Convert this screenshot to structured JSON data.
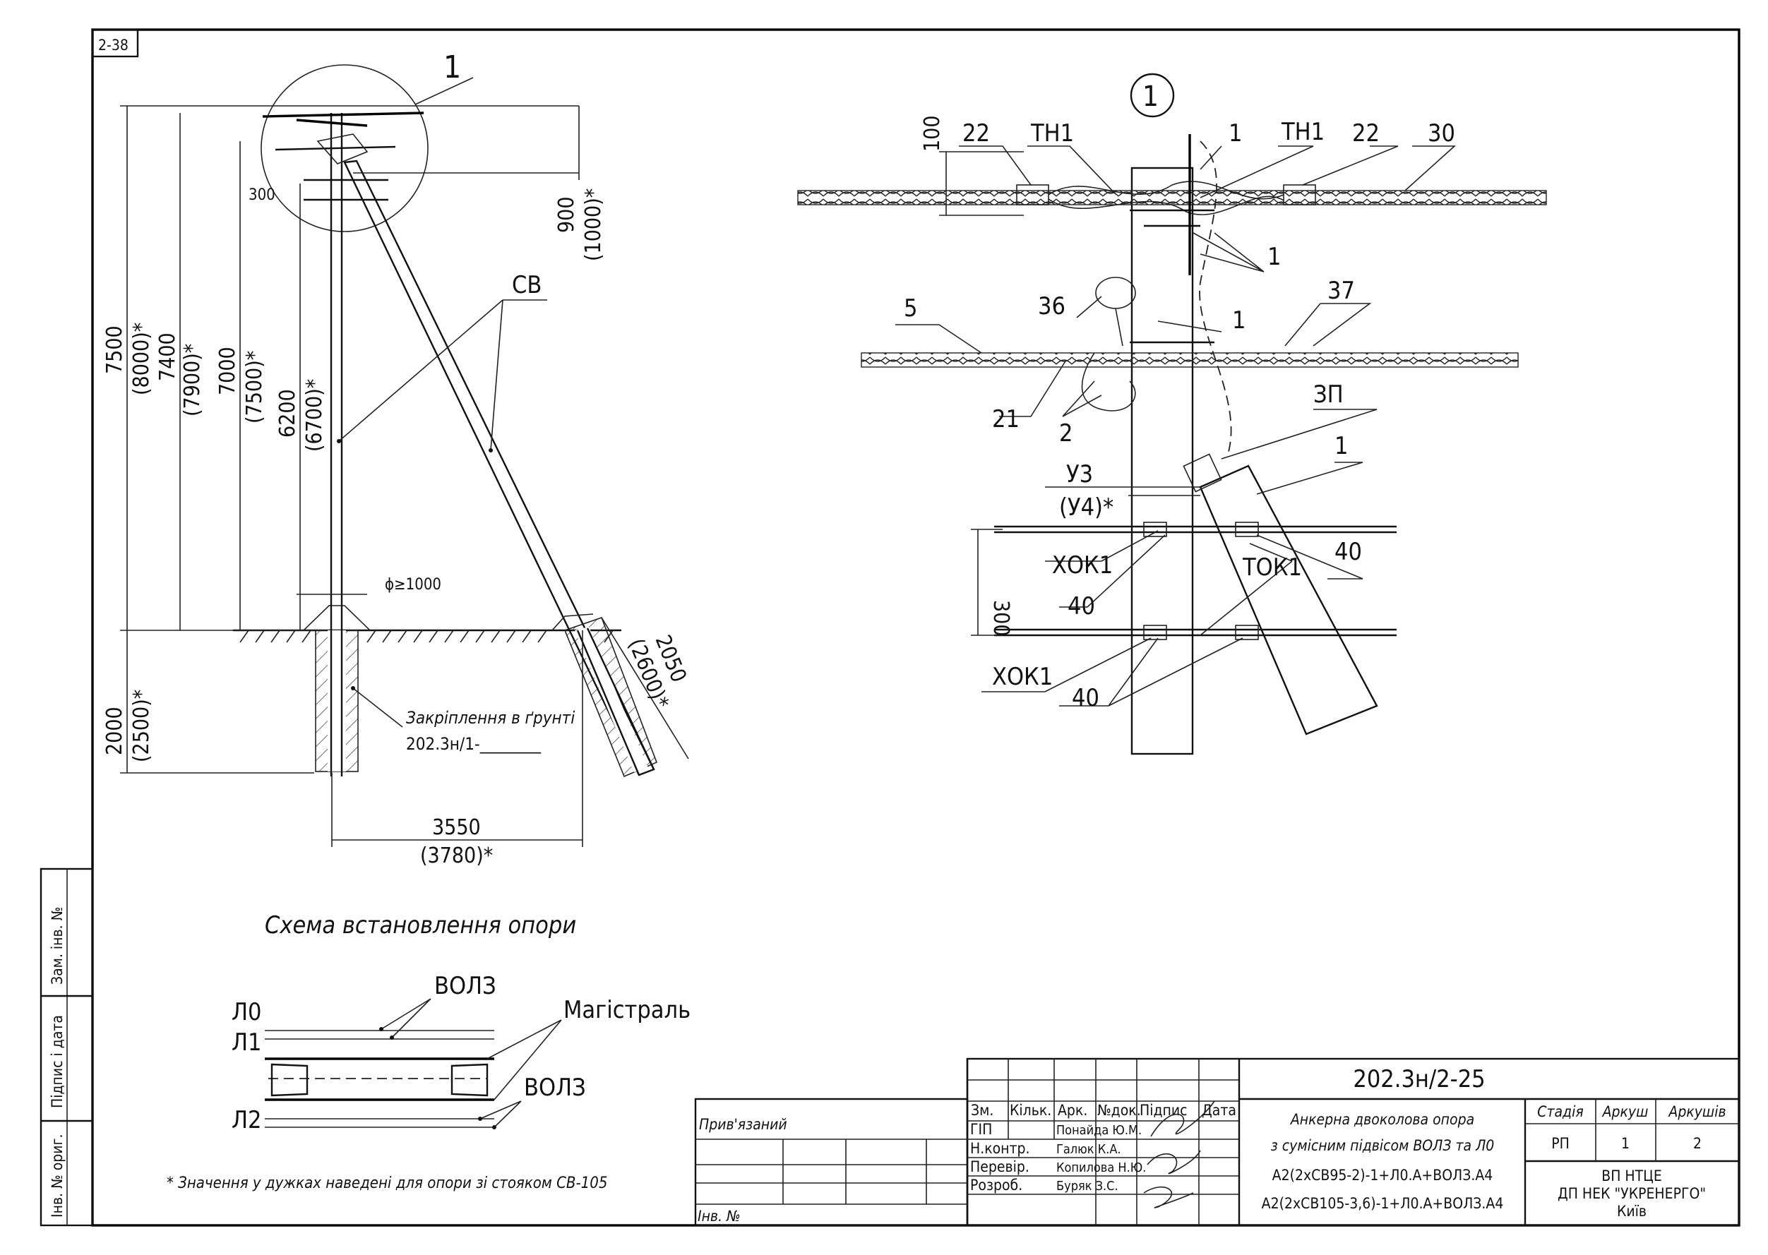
{
  "sheet": {
    "corner_code": "2-38",
    "footnote": "* Значення у дужках наведені для опори зі стояком СВ-105"
  },
  "left_view": {
    "detail_callout": "1",
    "dims": {
      "h_7500": "7500",
      "h_8000": "(8000)*",
      "h_7400": "7400",
      "h_7900": "(7900)*",
      "h_7000": "7000",
      "h_7500b": "(7500)*",
      "h_6200": "6200",
      "h_6700": "(6700)*",
      "d_300": "300",
      "d_900": "900",
      "d_1000": "(1000)*",
      "depth_2000": "2000",
      "depth_2500": "(2500)*",
      "strut_2050": "2050",
      "strut_2600": "(2600)*",
      "base_3550": "3550",
      "base_3780": "(3780)*",
      "phi": "ϕ≥1000"
    },
    "label_cb": "СВ",
    "anchoring_label": "Закріплення в ґрунті",
    "anchoring_ref": "202.3н/1-________"
  },
  "detail_view": {
    "circle_number": "1",
    "dim_100": "100",
    "dim_300": "300",
    "labels": {
      "l22a": "22",
      "th1a": "ТН1",
      "l1a": "1",
      "th1b": "ТН1",
      "l22b": "22",
      "l30": "30",
      "l1b": "1",
      "l36": "36",
      "l1c": "1",
      "l5": "5",
      "l37": "37",
      "l21": "21",
      "l2": "2",
      "zp": "ЗП",
      "l1d": "1",
      "u3": "У3",
      "u4": "(У4)*",
      "xok1a": "ХОК1",
      "l40a": "40",
      "tok1": "ТОК1",
      "l40b": "40",
      "xok1b": "ХОК1",
      "l40c": "40"
    }
  },
  "scheme": {
    "title": "Схема встановлення опори",
    "lo": "Л0",
    "l1": "Л1",
    "l2": "Л2",
    "volz_top": "ВОЛЗ",
    "volz_bottom": "ВОЛЗ",
    "main": "Магістраль"
  },
  "side_stamp": {
    "inv_orig": "Інв. № ориг.",
    "sign_date": "Підпис і дата",
    "zam_inv": "Зам. інв. №"
  },
  "title_block": {
    "attached": "Прив'язаний",
    "inv_no": "Інв. №",
    "headers": [
      "Зм.",
      "Кільк.",
      "Арк.",
      "№док.",
      "Підпис",
      "Дата"
    ],
    "roles": [
      {
        "role": "ГІП",
        "name": "Понайда Ю.М."
      },
      {
        "role": "Н.контр.",
        "name": "Галюк К.А."
      },
      {
        "role": "Перевір.",
        "name": "Копилова Н.Ю."
      },
      {
        "role": "Розроб.",
        "name": "Буряк З.С."
      }
    ],
    "doc_number": "202.3н/2-25",
    "description": [
      "Анкерна двоколова опора",
      "з сумісним підвісом ВОЛЗ та Л0",
      "А2(2хСВ95-2)-1+Л0.А+ВОЛЗ.А4",
      "А2(2хСВ105-3,6)-1+Л0.А+ВОЛЗ.А4"
    ],
    "stage_label": "Стадія",
    "sheet_label": "Аркуш",
    "sheets_label": "Аркушів",
    "stage": "РП",
    "sheet": "1",
    "sheets": "2",
    "org": [
      "ВП НТЦЕ",
      "ДП НЕК \"УКРЕНЕРГО\"",
      "Київ"
    ]
  }
}
